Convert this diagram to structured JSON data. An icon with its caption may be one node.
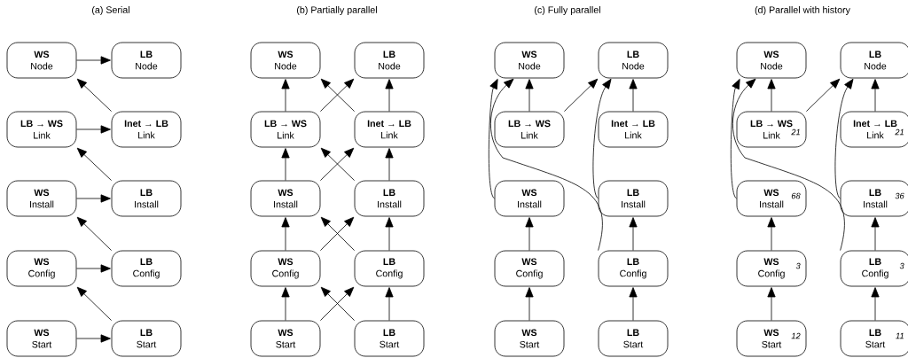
{
  "diagram": {
    "nodes": [
      {
        "text": [
          "WS",
          "Node"
        ]
      },
      {
        "text": [
          "LB",
          "Node"
        ]
      },
      {
        "text": [
          "LB → WS",
          "Link"
        ]
      },
      {
        "text": [
          "Inet → LB",
          "Link"
        ]
      },
      {
        "text": [
          "WS",
          "Install"
        ]
      },
      {
        "text": [
          "LB",
          "Install"
        ]
      },
      {
        "text": [
          "WS",
          "Config"
        ]
      },
      {
        "text": [
          "LB",
          "Config"
        ]
      },
      {
        "text": [
          "WS",
          "Start"
        ]
      },
      {
        "text": [
          "LB",
          "Start"
        ]
      },
      {
        "text": [
          "WS",
          "Node"
        ]
      },
      {
        "text": [
          "LB",
          "Node"
        ]
      },
      {
        "text": [
          "LB → WS",
          "Link"
        ]
      },
      {
        "text": [
          "Inet → LB",
          "Link"
        ]
      },
      {
        "text": [
          "WS",
          "Install"
        ]
      },
      {
        "text": [
          "LB",
          "Install"
        ]
      },
      {
        "text": [
          "WS",
          "Config"
        ]
      },
      {
        "text": [
          "LB",
          "Config"
        ]
      },
      {
        "text": [
          "WS",
          "Start"
        ]
      },
      {
        "text": [
          "LB",
          "Start"
        ]
      },
      {
        "text": [
          "WS",
          "Node"
        ]
      },
      {
        "text": [
          "LB",
          "Node"
        ]
      },
      {
        "text": [
          "LB → WS",
          "Link"
        ]
      },
      {
        "text": [
          "Inet → LB",
          "Link"
        ]
      },
      {
        "text": [
          "WS",
          "Install"
        ]
      },
      {
        "text": [
          "LB",
          "Install"
        ]
      },
      {
        "text": [
          "WS",
          "Config"
        ]
      },
      {
        "text": [
          "LB",
          "Config"
        ]
      },
      {
        "text": [
          "WS",
          "Start"
        ]
      },
      {
        "text": [
          "LB",
          "Start"
        ]
      },
      {
        "text": [
          "WS",
          "Node"
        ]
      },
      {
        "text": [
          "LB",
          "Node"
        ]
      },
      {
        "text": [
          "LB → WS",
          "Link",
          "21"
        ]
      },
      {
        "text": [
          "Inet → LB",
          "Link",
          "21"
        ]
      },
      {
        "text": [
          "WS",
          "Install",
          "68"
        ]
      },
      {
        "text": [
          "LB",
          "Install",
          "36"
        ]
      },
      {
        "text": [
          "WS",
          "Config",
          "3"
        ]
      },
      {
        "text": [
          "LB",
          "Config",
          "3"
        ]
      },
      {
        "text": [
          "WS",
          "Start",
          "12"
        ]
      },
      {
        "text": [
          "LB",
          "Start",
          "11"
        ]
      }
    ],
    "edges": [
      {
        "from": 0,
        "to": 1,
        "arrow": "to"
      },
      {
        "from": 3,
        "to": 0,
        "arrow": "to"
      },
      {
        "from": 2,
        "to": 3,
        "arrow": "to"
      },
      {
        "from": 5,
        "to": 2,
        "arrow": "to"
      },
      {
        "from": 4,
        "to": 5,
        "arrow": "to"
      },
      {
        "from": 7,
        "to": 4,
        "arrow": "to"
      },
      {
        "from": 6,
        "to": 7,
        "arrow": "to"
      },
      {
        "from": 9,
        "to": 6,
        "arrow": "to"
      },
      {
        "from": 8,
        "to": 9,
        "arrow": "to"
      },
      {
        "from": 12,
        "to": 10,
        "arrow": "to"
      },
      {
        "from": 13,
        "to": 11,
        "arrow": "to"
      },
      {
        "from": 12,
        "to": 11,
        "arrow": "to"
      },
      {
        "from": 13,
        "to": 10,
        "arrow": "to"
      },
      {
        "from": 14,
        "to": 12,
        "arrow": "to"
      },
      {
        "from": 15,
        "to": 13,
        "arrow": "to"
      },
      {
        "from": 14,
        "to": 13,
        "arrow": "to"
      },
      {
        "from": 15,
        "to": 12,
        "arrow": "to"
      },
      {
        "from": 16,
        "to": 14,
        "arrow": "to"
      },
      {
        "from": 17,
        "to": 15,
        "arrow": "to"
      },
      {
        "from": 16,
        "to": 15,
        "arrow": "to"
      },
      {
        "from": 17,
        "to": 14,
        "arrow": "to"
      },
      {
        "from": 18,
        "to": 16,
        "arrow": "to"
      },
      {
        "from": 19,
        "to": 17,
        "arrow": "to"
      },
      {
        "from": 18,
        "to": 17,
        "arrow": "to"
      },
      {
        "from": 19,
        "to": 16,
        "arrow": "to"
      },
      {
        "from": 22,
        "to": 20,
        "arrow": "to"
      },
      {
        "from": 22,
        "to": 21,
        "arrow": "to"
      },
      {
        "from": 23,
        "to": 21,
        "arrow": "to"
      },
      {
        "from": 24,
        "to": 20,
        "arrow": "to"
      },
      {
        "from": 27,
        "to": 20,
        "arrow": "to"
      },
      {
        "from": 25,
        "to": 21,
        "arrow": "to"
      },
      {
        "from": 26,
        "to": 24,
        "arrow": "to"
      },
      {
        "from": 27,
        "to": 25,
        "arrow": "to"
      },
      {
        "from": 28,
        "to": 26,
        "arrow": "to"
      },
      {
        "from": 29,
        "to": 27,
        "arrow": "to"
      },
      {
        "from": 32,
        "to": 30,
        "arrow": "to"
      },
      {
        "from": 32,
        "to": 31,
        "arrow": "to"
      },
      {
        "from": 33,
        "to": 31,
        "arrow": "to"
      },
      {
        "from": 34,
        "to": 30,
        "arrow": "to"
      },
      {
        "from": 37,
        "to": 30,
        "arrow": "to"
      },
      {
        "from": 35,
        "to": 31,
        "arrow": "to"
      },
      {
        "from": 36,
        "to": 34,
        "arrow": "to"
      },
      {
        "from": 37,
        "to": 35,
        "arrow": "to"
      },
      {
        "from": 38,
        "to": 36,
        "arrow": "to"
      },
      {
        "from": 39,
        "to": 37,
        "arrow": "to"
      }
    ],
    "labels": [
      "(a) Serial",
      "(b) Partially parallel",
      "(c) Fully parallel",
      "(d) Parallel with history"
    ]
  }
}
